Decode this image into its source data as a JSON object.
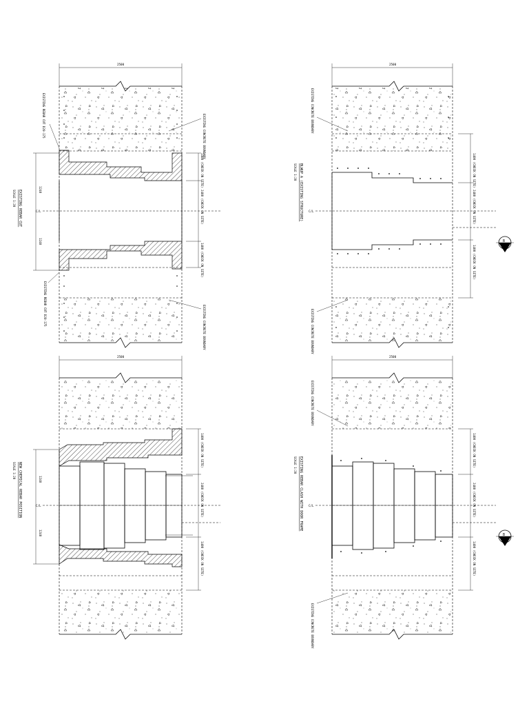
{
  "drawings": [
    {
      "title": "EXISTING REBAR CUT",
      "scale": "SCALE 1:20",
      "top_dim": "2500",
      "notes": [
        "EXISTING CONCRETE BOUNDARY",
        "EXISTING CONCRETE BOUNDARY"
      ],
      "rebar_notes": [
        "EXISTING REBAR CUT D20-175",
        "EXISTING REBAR CUT D20-175"
      ],
      "right_dims": [
        "1400 (CHECK ON SITE)",
        "2480 (CHECK ON SITE)",
        "1400 (CHECK ON SITE)"
      ],
      "left_dims": [
        "1240",
        "1240"
      ],
      "center_label": "C/L"
    },
    {
      "title": "BLWUP A (EXISTING STRUCTURE)",
      "scale": "SCALE 1:20",
      "top_dim": "2500",
      "notes": [
        "EXISTING CONCRETE BOUNDARY",
        "EXISTING CONCRETE BOUNDARY"
      ],
      "right_dims": [
        "1400 (CHECK ON SITE)",
        "2480 (CHECK ON SITE)",
        "1400 (CHECK ON SITE)"
      ],
      "center_label": "C/L",
      "section_marker": "B"
    },
    {
      "title": "NEW CHEMICAL REBAR POSITION",
      "scale": "SCALE 1:20",
      "top_dim": "2500",
      "right_dims": [
        "1400 (CHECK ON SITE)",
        "2480 (CHECK ON SITE)",
        "1400 (CHECK ON SITE)"
      ],
      "left_dims": [
        "1240",
        "1240"
      ],
      "center_label": "C/L"
    },
    {
      "title": "EXISTING REBAR CLASH WITH DOOR FRAME",
      "scale": "SCALE 1:20",
      "top_dim": "2500",
      "notes": [
        "EXISTING CONCRETE BOUNDARY",
        "EXISTING CONCRETE BOUNDARY"
      ],
      "right_dims": [
        "1400 (CHECK ON SITE)",
        "2480 (CHECK ON SITE)",
        "1400 (CHECK ON SITE)"
      ],
      "center_label": "C/L",
      "section_marker": "B"
    }
  ]
}
